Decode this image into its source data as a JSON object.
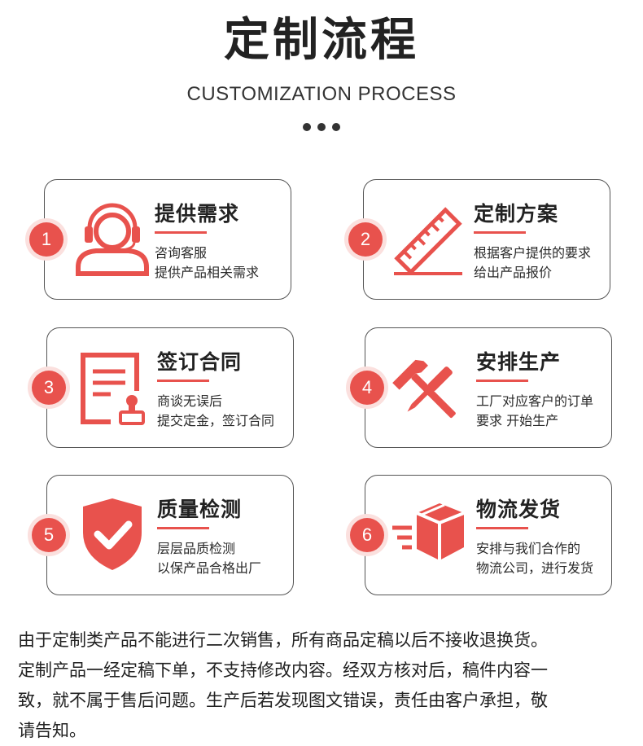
{
  "header": {
    "title": "定制流程",
    "subtitle": "CUSTOMIZATION PROCESS"
  },
  "colors": {
    "accent": "#e8524d",
    "badge_ring": "#fbe0de",
    "border": "#555555"
  },
  "steps": [
    {
      "number": "1",
      "title": "提供需求",
      "lines": [
        "咨询客服",
        "提供产品相关需求"
      ],
      "icon": "customer-service-headset-icon"
    },
    {
      "number": "2",
      "title": "定制方案",
      "lines": [
        "根据客户提供的要求",
        "给出产品报价"
      ],
      "icon": "ruler-icon"
    },
    {
      "number": "3",
      "title": "签订合同",
      "lines": [
        "商谈无误后",
        "提交定金，签订合同"
      ],
      "icon": "contract-stamp-icon"
    },
    {
      "number": "4",
      "title": "安排生产",
      "lines": [
        "工厂对应客户的订单",
        "要求 开始生产"
      ],
      "icon": "hammer-screwdriver-icon"
    },
    {
      "number": "5",
      "title": "质量检测",
      "lines": [
        "层层品质检测",
        "以保产品合格出厂"
      ],
      "icon": "shield-check-icon"
    },
    {
      "number": "6",
      "title": "物流发货",
      "lines": [
        "安排与我们合作的",
        "物流公司，进行发货"
      ],
      "icon": "delivery-box-icon"
    }
  ],
  "notice": [
    "由于定制类产品不能进行二次销售，所有商品定稿以后不接收退换货。",
    "定制产品一经定稿下单，不支持修改内容。经双方核对后，稿件内容一",
    "致，就不属于售后问题。生产后若发现图文错误，责任由客户承担，敬",
    "请告知。"
  ]
}
